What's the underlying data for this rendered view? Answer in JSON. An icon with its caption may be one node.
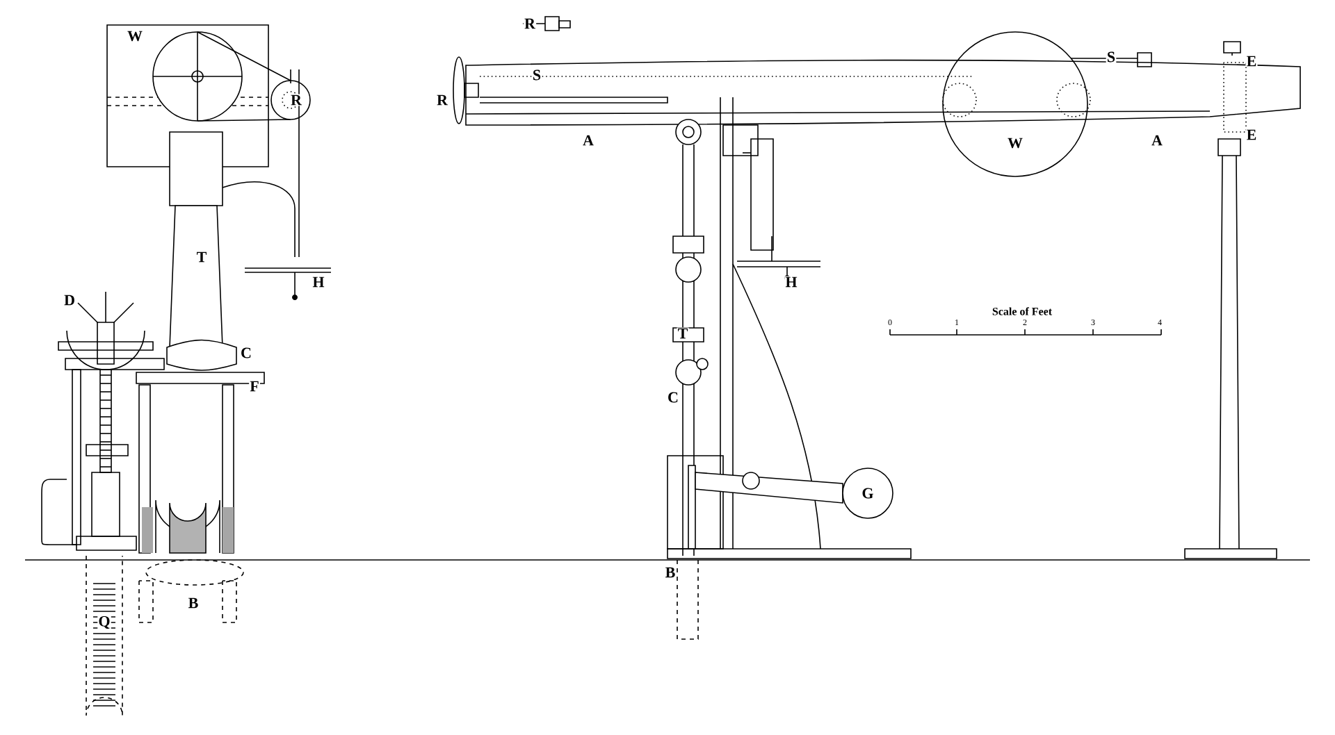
{
  "diagram": {
    "labels": [
      "R",
      "W",
      "S",
      "E",
      "S",
      "R",
      "R",
      "A",
      "W",
      "A",
      "E",
      "T",
      "H",
      "H",
      "D",
      "Scale of Feet",
      "0",
      "1",
      "2",
      "3",
      "4",
      "T",
      "C",
      "F",
      "C",
      "G",
      "B",
      "B",
      "Q"
    ]
  }
}
